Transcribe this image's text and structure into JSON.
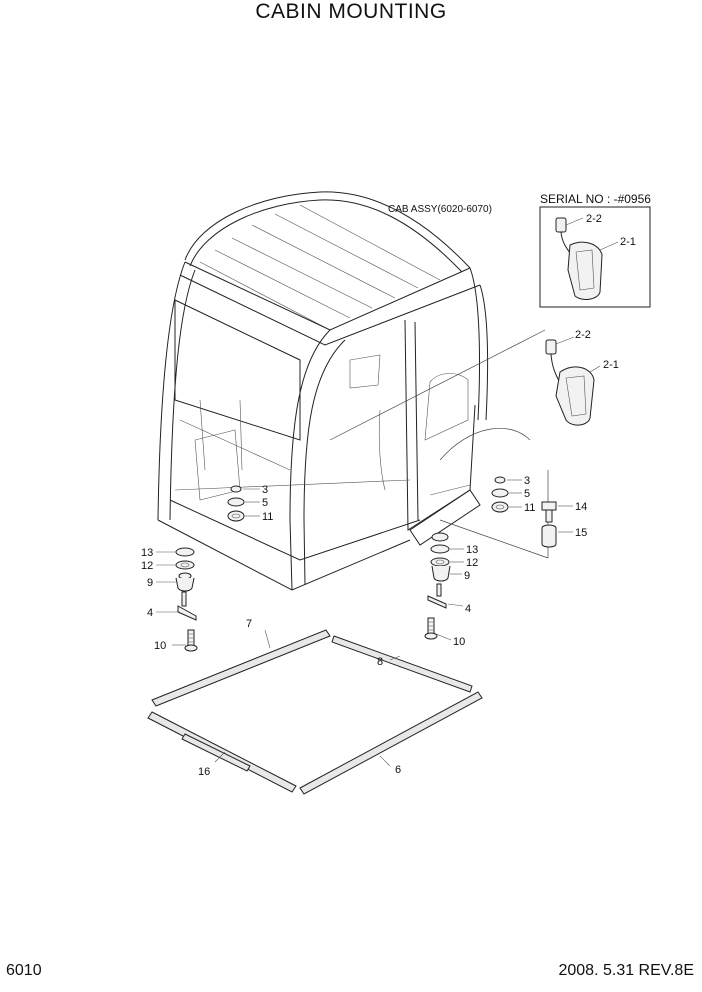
{
  "title": "CABIN MOUNTING",
  "footer": {
    "page_number": "6010",
    "date_rev": "2008. 5.31  REV.8E"
  },
  "assembly_label": "CAB ASSY(6020-6070)",
  "serial_box": {
    "label": "SERIAL NO : -#0956",
    "callouts": [
      "2-2",
      "2-1"
    ]
  },
  "callouts": {
    "c2_2": "2-2",
    "c2_1": "2-1",
    "c3a": "3",
    "c5a": "5",
    "c11a": "11",
    "c3b": "3",
    "c5b": "5",
    "c11b": "11",
    "c13a": "13",
    "c12a": "12",
    "c9a": "9",
    "c4a": "4",
    "c10a": "10",
    "c13b": "13",
    "c12b": "12",
    "c9b": "9",
    "c4b": "4",
    "c10b": "10",
    "c14": "14",
    "c15": "15",
    "c7": "7",
    "c8": "8",
    "c16": "16",
    "c6": "6"
  }
}
